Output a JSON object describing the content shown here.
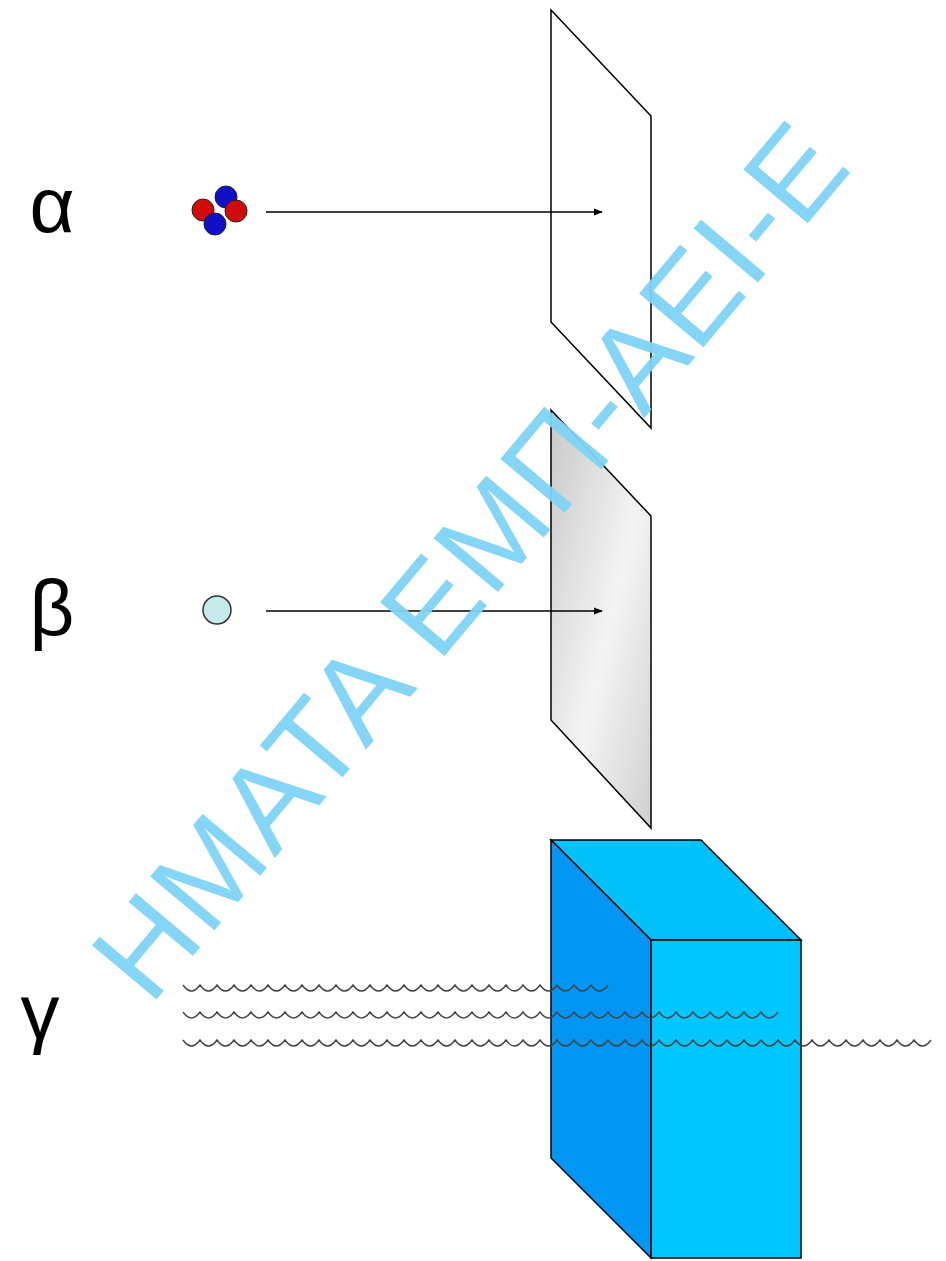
{
  "diagram": {
    "labels": [
      "ΗΜΑΤΑ ΕΜΠ-ΑΕΙ-Ε",
      "α",
      "β",
      "γ"
    ]
  }
}
